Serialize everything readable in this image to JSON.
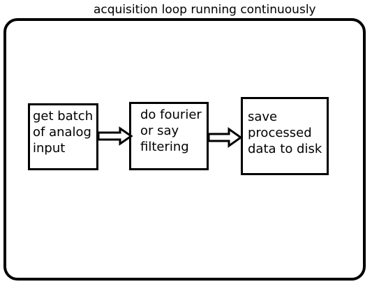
{
  "diagram": {
    "title": "acquisition loop running continuously",
    "steps": [
      {
        "label": "get batch\nof analog\ninput"
      },
      {
        "label": "do fourier\nor say\nfiltering"
      },
      {
        "label": "save\nprocessed\ndata to disk"
      }
    ],
    "colors": {
      "stroke": "#000000",
      "background": "#ffffff"
    }
  }
}
